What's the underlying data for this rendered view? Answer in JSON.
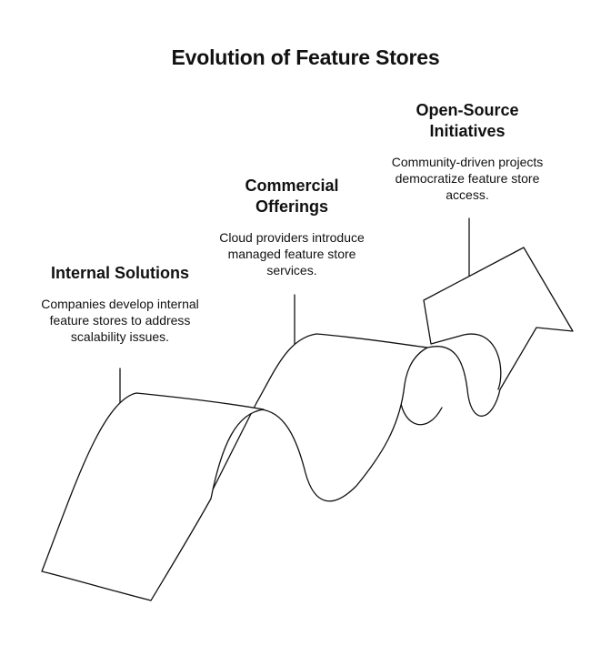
{
  "diagram": {
    "title": "Evolution of Feature Stores",
    "stages": [
      {
        "heading": "Internal Solutions",
        "description": "Companies develop internal feature stores to address scalability issues."
      },
      {
        "heading": "Commercial Offerings",
        "description": "Cloud providers introduce managed feature store services."
      },
      {
        "heading": "Open-Source Initiatives",
        "description": "Community-driven projects democratize feature store access."
      }
    ],
    "colors": {
      "stroke": "#111111",
      "fill": "#ffffff",
      "text": "#111111"
    }
  }
}
